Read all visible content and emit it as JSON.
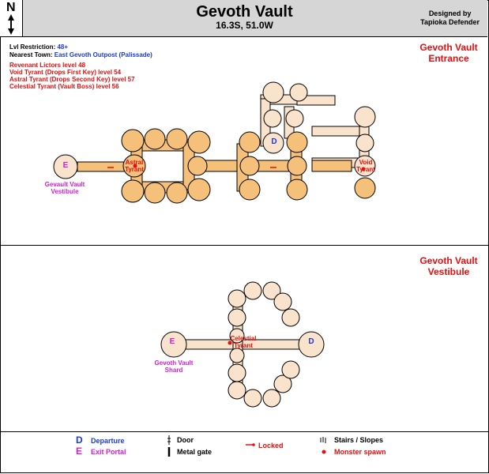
{
  "header": {
    "compass_label": "N",
    "title": "Gevoth Vault",
    "coords": "16.3S, 51.0W",
    "designer_line1": "Designed by",
    "designer_line2": "Tapioka Defender"
  },
  "info": {
    "lvl_label": "Lvl Restriction:",
    "lvl_value": "48+",
    "town_label": "Nearest Town:",
    "town_value": "East Gevoth Outpost (Palissade)",
    "monsters": [
      "Revenant Lictors level 48",
      "Void Tyrant (Drops First Key) level 54",
      "Astral Tyrant (Drops Second Key) level 57",
      "Celestial Tyrant (Vault Boss) level 56"
    ]
  },
  "section1": {
    "title_line1": "Gevoth Vault",
    "title_line2": "Entrance",
    "exit_letter": "E",
    "exit_label_line1": "Gevault Vault",
    "exit_label_line2": "Vestibule",
    "departure_letter": "D",
    "astral_line1": "Astral",
    "astral_line2": "Tyrant",
    "void_line1": "Void",
    "void_line2": "Tyrant"
  },
  "section2": {
    "title_line1": "Gevoth Vault",
    "title_line2": "Vestibule",
    "exit_letter": "E",
    "exit_label_line1": "Gevoth Vault",
    "exit_label_line2": "Shard",
    "departure_letter": "D",
    "boss_line1": "Celestial",
    "boss_line2": "Tyrant"
  },
  "legend": {
    "departure_symbol": "D",
    "departure_label": "Departure",
    "exit_symbol": "E",
    "exit_label": "Exit Portal",
    "door_label": "Door",
    "metal_gate_label": "Metal gate",
    "locked_label": "Locked",
    "stairs_label": "Stairs / Slopes",
    "spawn_label": "Monster spawn"
  },
  "colors": {
    "room_orange": "#f5c07a",
    "room_beige": "#fae3cc",
    "red": "#e01010",
    "blue": "#1a3ad6",
    "magenta": "#d020d0",
    "header_gray": "#d6d6d6"
  }
}
